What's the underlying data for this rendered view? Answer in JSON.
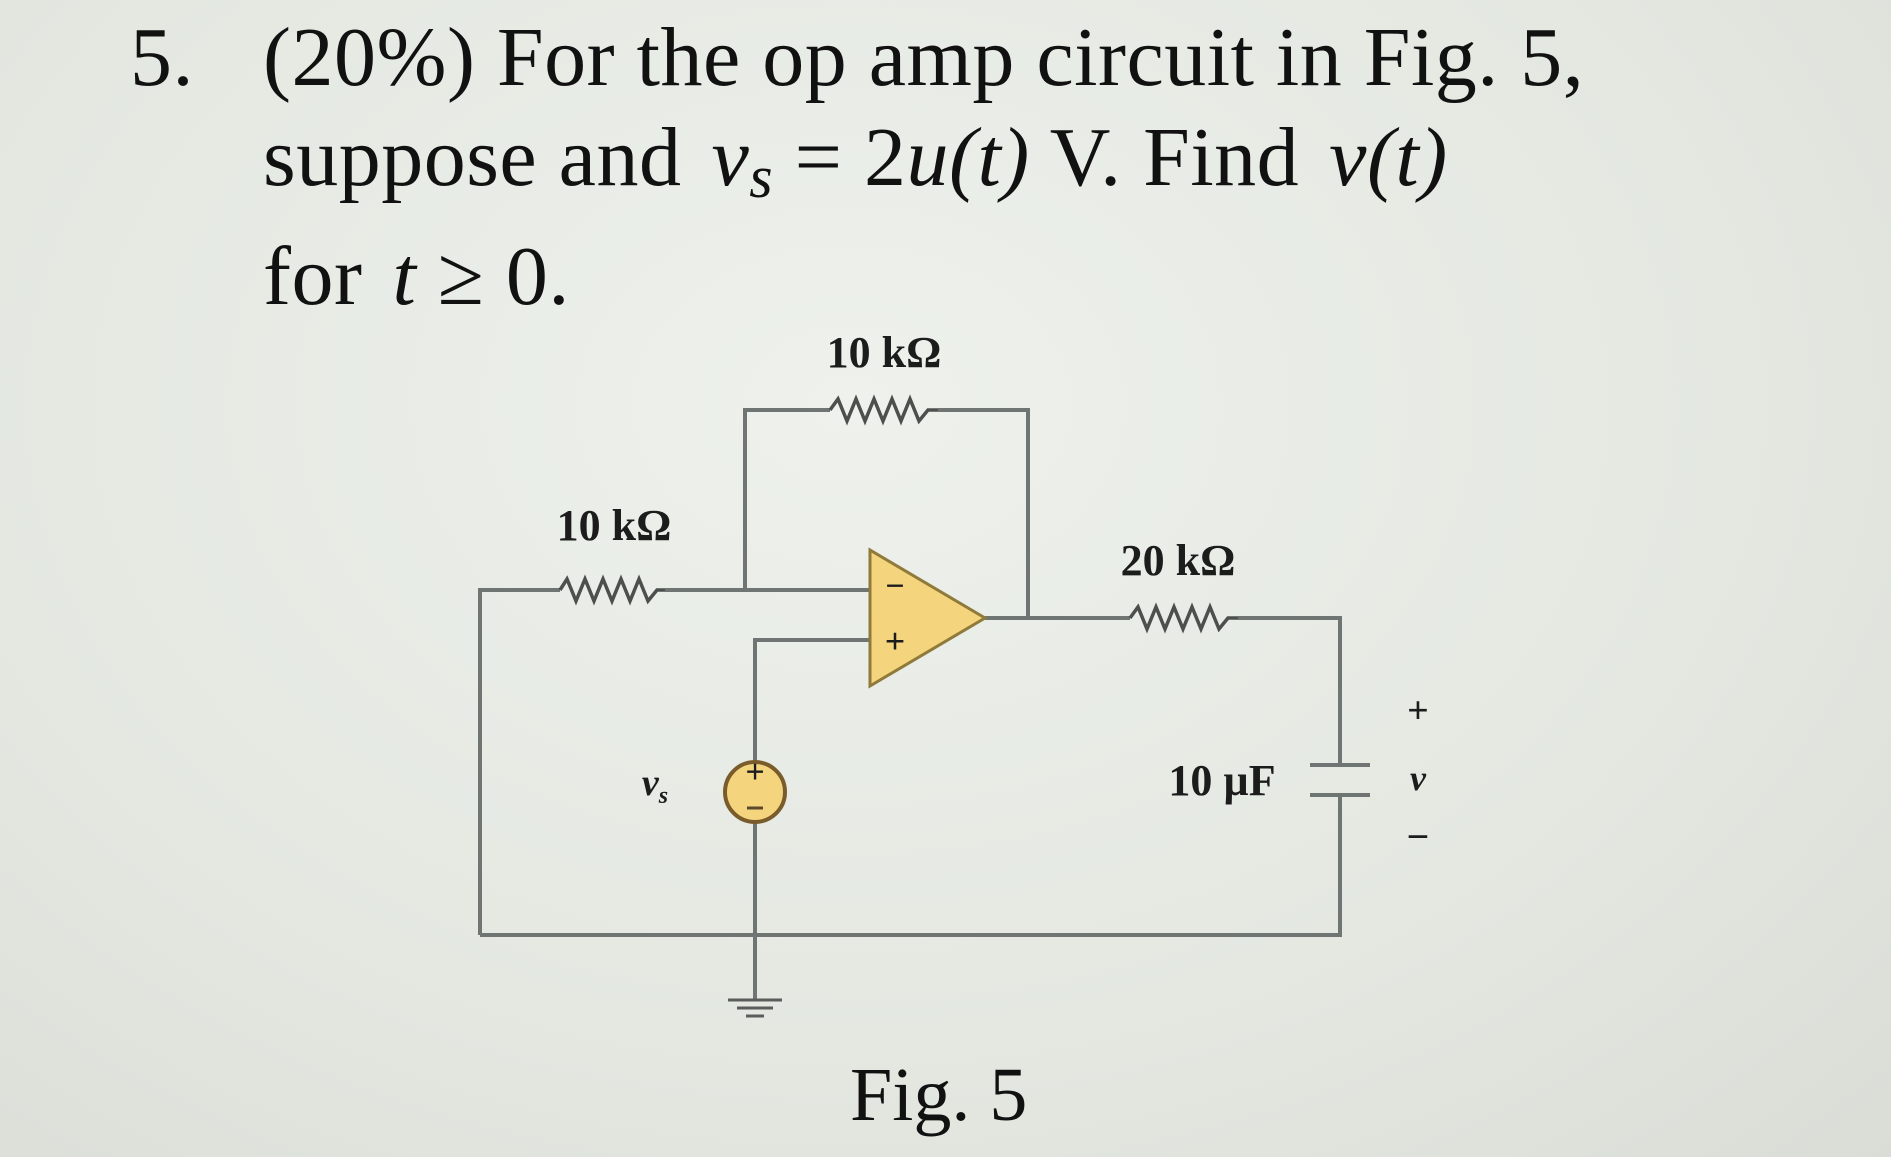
{
  "problem": {
    "number": "5.",
    "line1": "(20%) For the op amp circuit in Fig. 5,",
    "line2_a": "suppose and",
    "line2_var": "v",
    "line2_sub": "s",
    "line2_b": "= 2",
    "line2_u": "u",
    "line2_paren_t": "(t)",
    "line2_c": "V. Find",
    "line2_v": "v",
    "line2_vt": "(t)",
    "line3_a": "for",
    "line3_t": "t",
    "line3_b": "≥ 0."
  },
  "circuit": {
    "r_feedback_label": "10 kΩ",
    "r_input_label": "10 kΩ",
    "r_output_label": "20 kΩ",
    "capacitor_label": "10 µF",
    "source_label": "v",
    "source_label_sub": "s",
    "source_plus": "+",
    "opamp_minus": "−",
    "opamp_plus": "+",
    "output_plus": "+",
    "output_var": "v",
    "output_minus": "−",
    "opamp_fill": "#f4d57e",
    "source_fill": "#f4d57e"
  },
  "caption": "Fig. 5"
}
